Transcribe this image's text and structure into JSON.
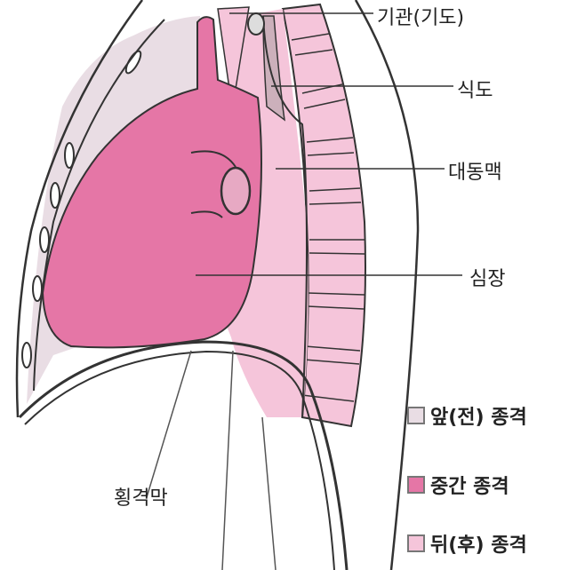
{
  "labels": {
    "trachea": "기관(기도)",
    "esophagus": "식도",
    "aorta": "대동맥",
    "heart": "심장",
    "diaphragm": "횡격막"
  },
  "legend": [
    {
      "label": "앞(전) 종격",
      "color": "#e9dde4"
    },
    {
      "label": "중간 종격",
      "color": "#e576a6"
    },
    {
      "label": "뒤(후) 종격",
      "color": "#f5c5da"
    }
  ]
}
